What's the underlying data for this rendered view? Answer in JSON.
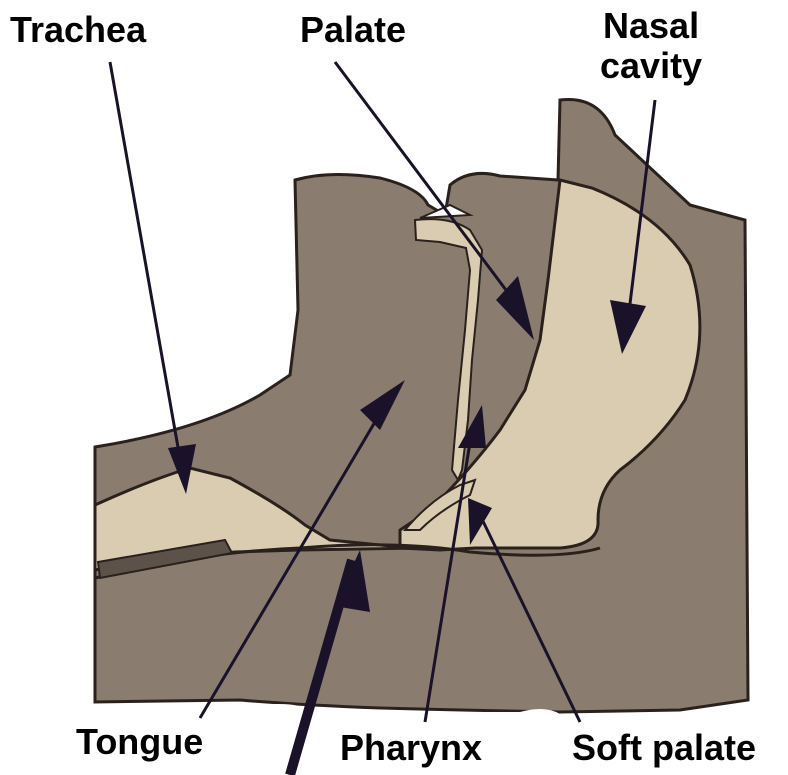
{
  "labels": {
    "trachea": "Trachea",
    "palate": "Palate",
    "nasal_cavity_line1": "Nasal",
    "nasal_cavity_line2": "cavity",
    "tongue": "Tongue",
    "pharynx": "Pharynx",
    "soft_palate": "Soft palate"
  },
  "colors": {
    "tissue": "#8a7d70",
    "airway": "#d9ccb0",
    "outline": "#2a211c",
    "arrow": "#1a1228",
    "background": "#ffffff"
  }
}
